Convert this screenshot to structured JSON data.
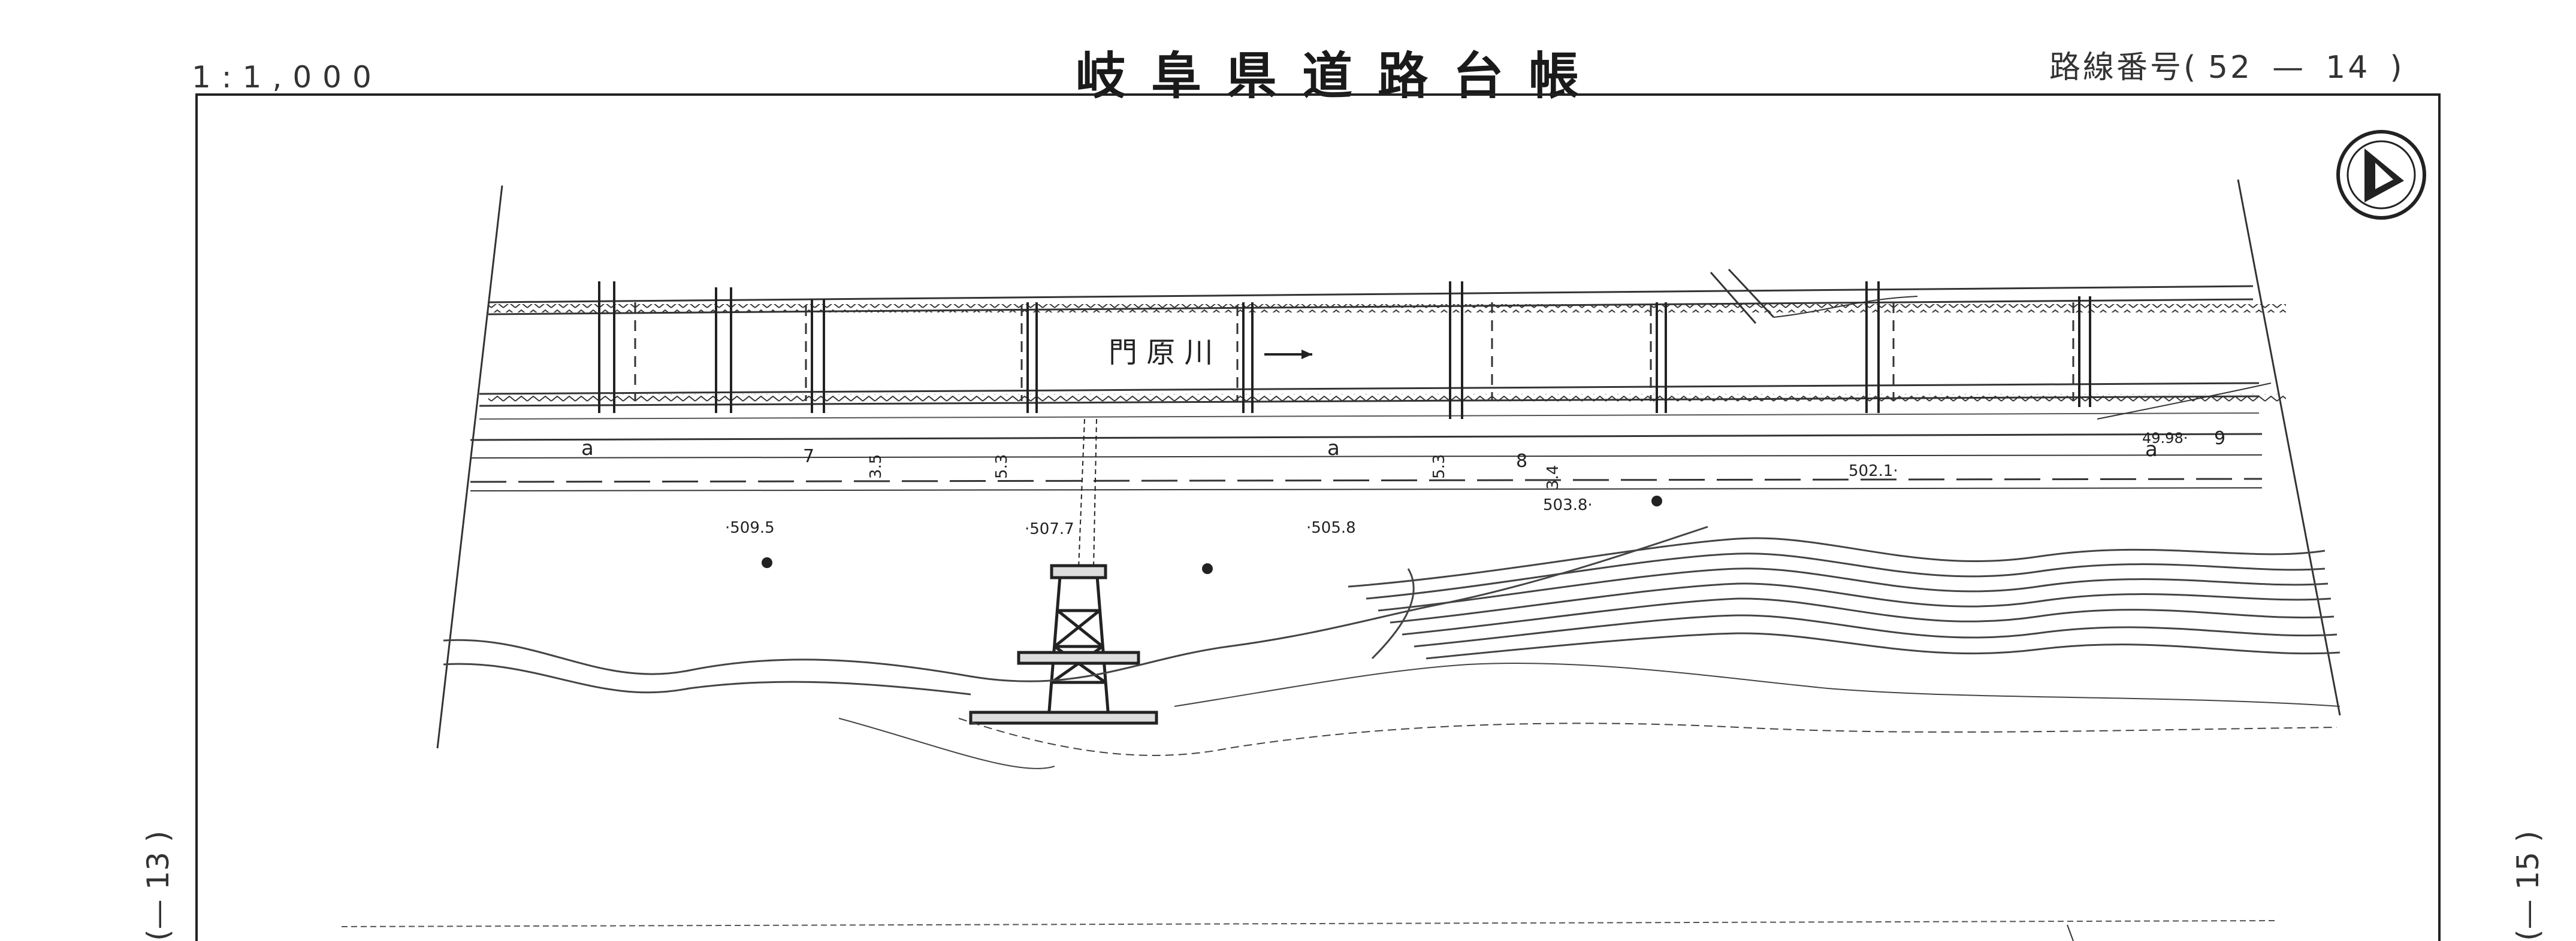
{
  "header": {
    "scale": "1:1,000",
    "title": "岐阜県道路台帳",
    "route_label": "路線番号",
    "route_open": "(",
    "route_no": "52",
    "route_dash": "—",
    "route_sheet": "14",
    "route_close": ")"
  },
  "side": {
    "left": "(— 13 )",
    "right": "(— 15 )"
  },
  "map": {
    "river_name": "門 原 川",
    "elevations": [
      "·509.5",
      "·507.7",
      "·505.8",
      "503.8·",
      "502.1·",
      "49.98·"
    ],
    "dims": [
      "7",
      "3.5",
      "5.3",
      "5.3",
      "8",
      "3.4",
      "9"
    ],
    "section_labels": [
      "a",
      "a",
      "a"
    ],
    "north_arrow": "north-arrow"
  }
}
